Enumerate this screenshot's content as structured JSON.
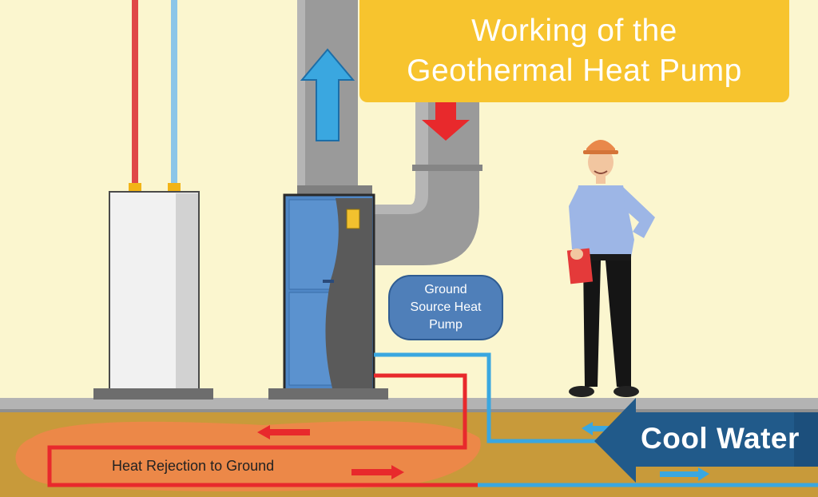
{
  "title": {
    "line1": "Working of the",
    "line2": "Geothermal Heat Pump"
  },
  "labels": {
    "ground_source_heat_pump": [
      "Ground",
      "Source Heat",
      "Pump"
    ],
    "heat_rejection": "Heat Rejection to Ground",
    "cool_water": "Cool Water"
  },
  "colors": {
    "background": "#fbf6cf",
    "title_bg": "#f7c42e",
    "hot_pipe": "#e8292c",
    "cold_pipe": "#3aa7e0",
    "ground": "#c89a3a",
    "heat_zone": "#f0864a",
    "cool_arrow": "#215a8a",
    "duct": "#9a9a9a",
    "pump_blue": "#4f87c6"
  }
}
